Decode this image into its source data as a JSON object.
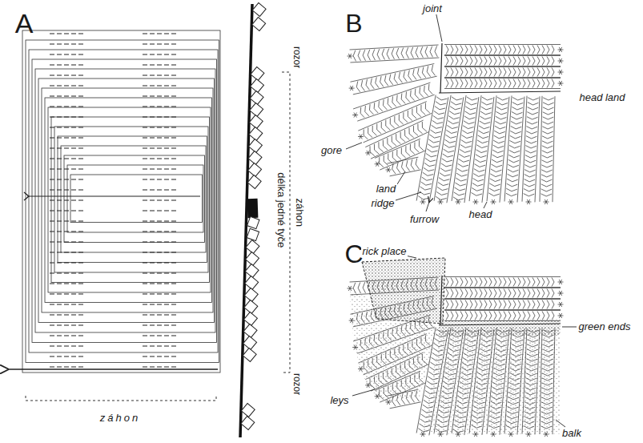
{
  "diagram": {
    "labels": [
      "A",
      "rozor",
      "délka jedné tyče",
      "záhon",
      "rozor",
      "záhon",
      "B",
      "joint",
      "head land",
      "gore",
      "land",
      "ridge",
      "furrow",
      "head",
      "C",
      "rick place",
      "green ends",
      "leys",
      "balk"
    ]
  }
}
